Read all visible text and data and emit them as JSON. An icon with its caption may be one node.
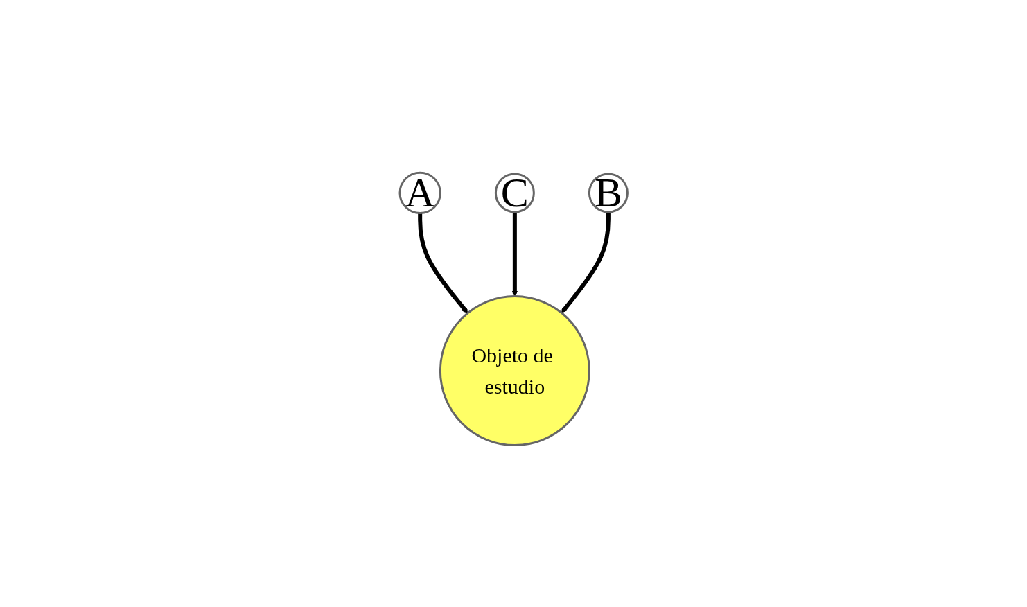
{
  "diagram": {
    "nodes": [
      {
        "text": [
          "A"
        ]
      },
      {
        "text": [
          "C"
        ]
      },
      {
        "text": [
          "Objeto de estudio"
        ]
      },
      {
        "text": [
          "B"
        ]
      }
    ],
    "edges": [
      {
        "from": 0,
        "to": 2,
        "arrow": "to"
      },
      {
        "from": 1,
        "to": 2,
        "arrow": "to"
      },
      {
        "from": 3,
        "to": 2,
        "arrow": "to"
      }
    ]
  }
}
